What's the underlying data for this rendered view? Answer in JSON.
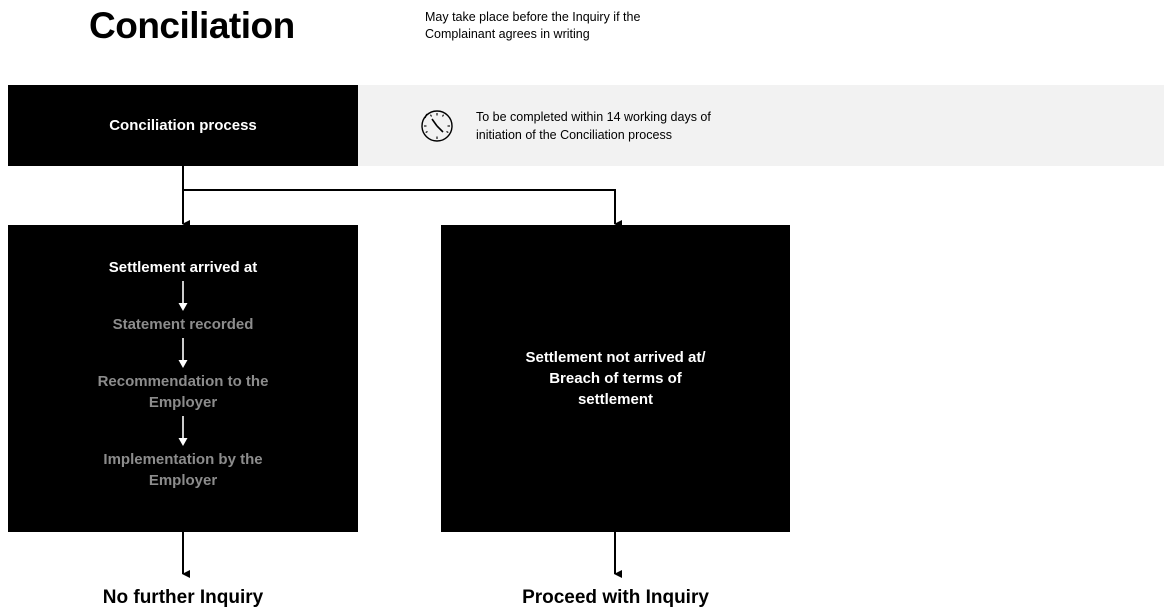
{
  "header": {
    "title": "Conciliation",
    "note_lines": [
      "May take place before the Inquiry if the",
      "Complainant agrees in writing"
    ]
  },
  "process": {
    "label": "Conciliation process",
    "timer_icon": "clock-icon",
    "timer_lines": [
      "To be completed within 14 working days of",
      "initiation of the Conciliation process"
    ]
  },
  "left_branch": {
    "steps": [
      {
        "label": "Settlement arrived at",
        "color": "#ffffff"
      },
      {
        "label": "Statement recorded",
        "color": "#8c8c8c"
      },
      {
        "label": "Recommendation to the Employer",
        "color": "#8c8c8c"
      },
      {
        "label": "Implementation by the Employer",
        "color": "#8c8c8c"
      }
    ],
    "outcome": "No further Inquiry"
  },
  "right_branch": {
    "label_lines": [
      "Settlement not arrived at/",
      "Breach of terms of",
      "settlement"
    ],
    "outcome": "Proceed with Inquiry"
  },
  "colors": {
    "box": "#000000",
    "timer_bar": "#f2f2f2",
    "muted_step": "#8c8c8c"
  }
}
